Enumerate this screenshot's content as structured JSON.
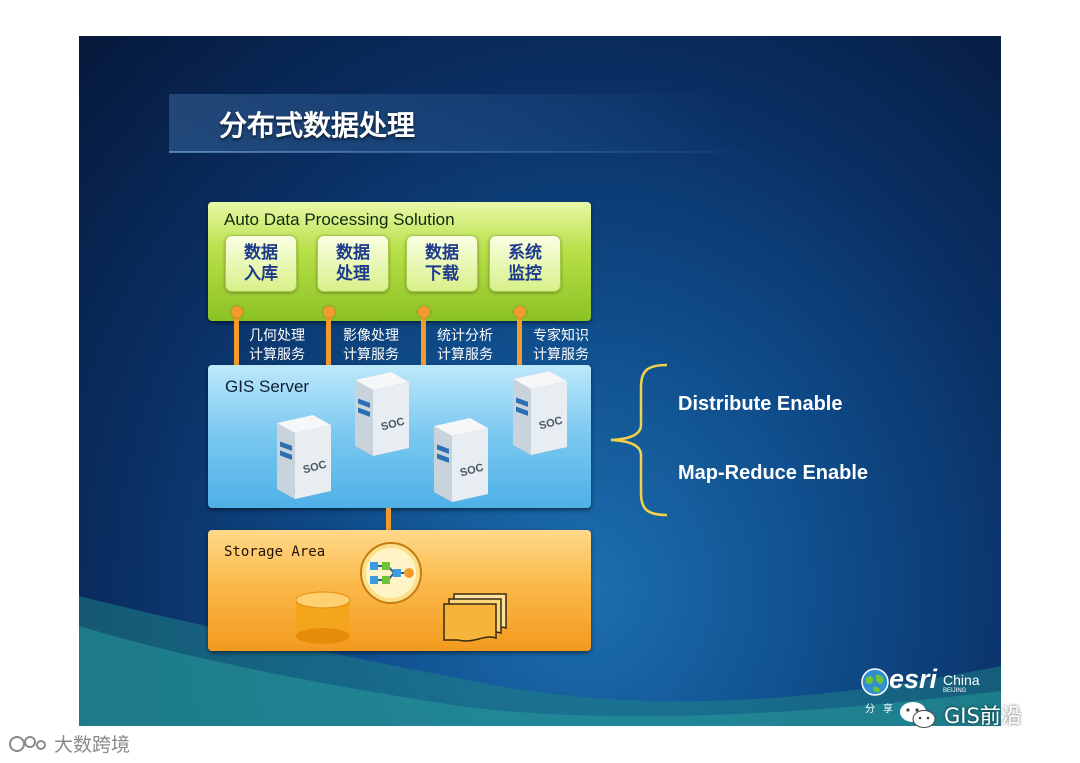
{
  "title": "分布式数据处理",
  "processing": {
    "label": "Auto Data Processing Solution",
    "buttons": [
      "数据\n入库",
      "数据\n处理",
      "数据\n下载",
      "系统\n监控"
    ]
  },
  "services": [
    "几何处理\n计算服务",
    "影像处理\n计算服务",
    "统计分析\n计算服务",
    "专家知识\n计算服务"
  ],
  "gis_server": {
    "label": "GIS Server",
    "server_label": "SOC"
  },
  "storage": {
    "label": "Storage Area"
  },
  "features": [
    "Distribute Enable",
    "Map-Reduce Enable"
  ],
  "logo": {
    "word": "esri",
    "china": "China",
    "beijing": "BEIJING",
    "tagline": "分享"
  },
  "watermarks": {
    "right": "GIS前沿",
    "left": "大数跨境"
  },
  "colors": {
    "accent_orange": "#f29b2c",
    "proc_green": "#b9e04a",
    "gis_blue": "#79c8f0",
    "storage_orange": "#fbb94a",
    "button_text": "#1e3a8c"
  },
  "icons": {
    "server": "server-tower-icon",
    "workflow": "workflow-icon",
    "database": "database-cylinder-icon",
    "documents": "document-stack-icon",
    "globe": "globe-icon",
    "wechat": "wechat-icon",
    "watermark": "toutiao-icon"
  }
}
